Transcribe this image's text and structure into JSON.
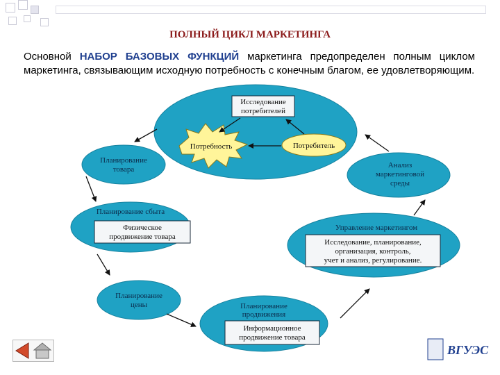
{
  "slide": {
    "title": "ПОЛНЫЙ ЦИКЛ МАРКЕТИНГА",
    "intro_before": "Основной ",
    "intro_highlight": "НАБОР БАЗОВЫХ ФУНКЦИЙ",
    "intro_after": " маркетинга предопределен полным циклом маркетинга, связывающим исходную потребность с конечным благом, ее удовлетворяющим."
  },
  "diagram": {
    "center": {
      "research_line1": "Исследование",
      "research_line2": "потребителей",
      "need": "Потребность",
      "consumer": "Потребитель"
    },
    "product_planning": {
      "line1": "Планирование",
      "line2": "товара"
    },
    "sales_planning": {
      "title": "Планирование сбыта",
      "box_line1": "Физическое",
      "box_line2": "продвижение товара"
    },
    "price_planning": {
      "line1": "Планирование",
      "line2": "цены"
    },
    "promotion_planning": {
      "line1": "Планирование",
      "line2": "продвижения",
      "box_line1": "Информационное",
      "box_line2": "продвижение товара"
    },
    "marketing_management": {
      "title": "Управление маркетингом",
      "box_line1": "Исследование, планирование,",
      "box_line2": "организация, контроль,",
      "box_line3": "учет и анализ, регулирование."
    },
    "environment_analysis": {
      "line1": "Анализ",
      "line2": "маркетинговой",
      "line3": "среды"
    }
  },
  "footer": {
    "logo_text": "ВГУЭС"
  },
  "colors": {
    "ellipse": "#1fa2c4",
    "title": "#8b1a1a",
    "highlight": "#1f3f8f"
  }
}
